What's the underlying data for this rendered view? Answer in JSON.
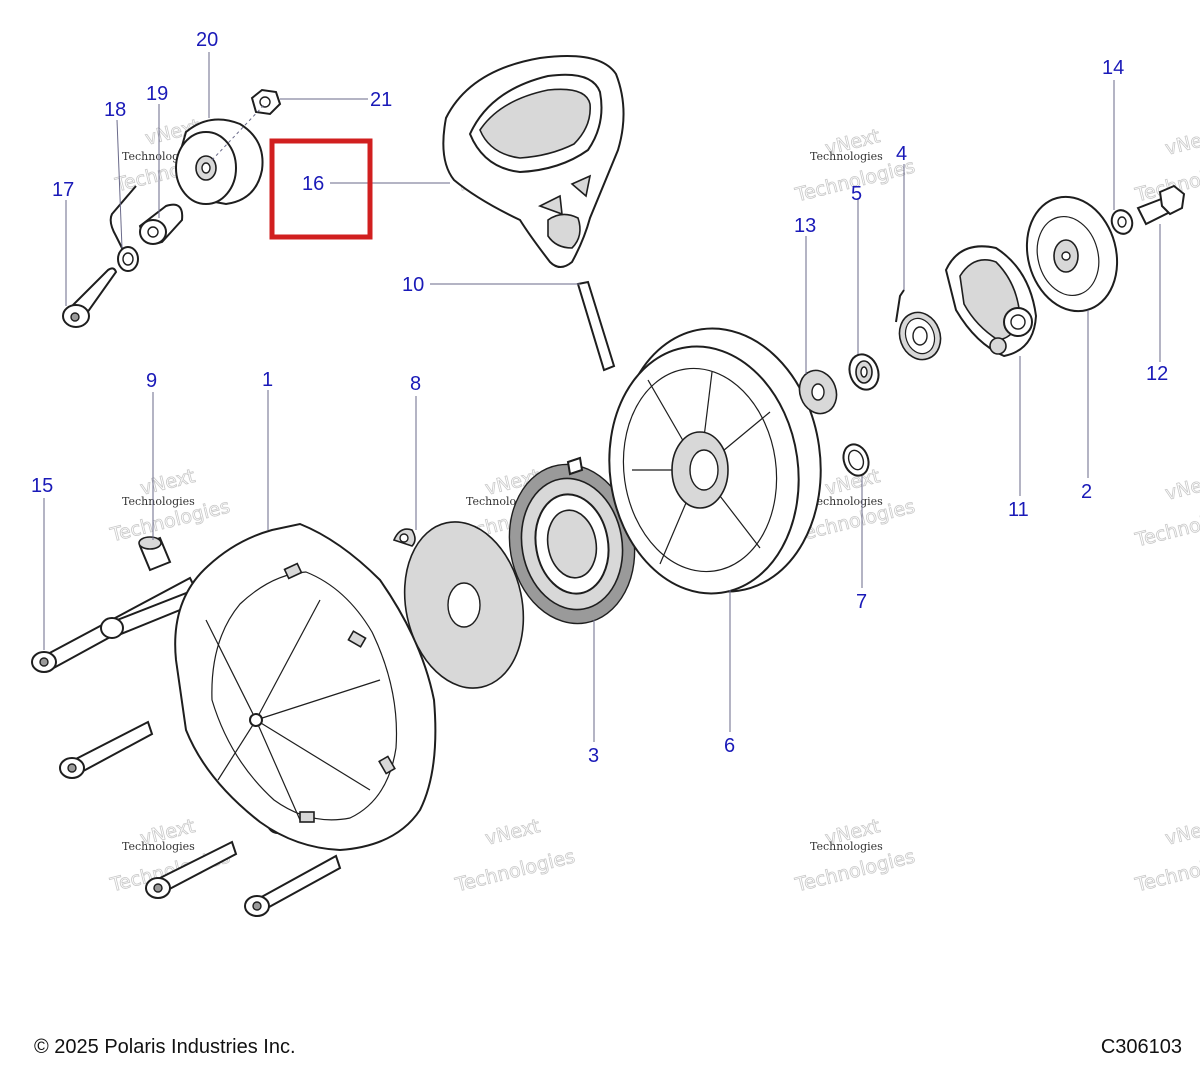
{
  "diagram": {
    "highlighted_callout": "16",
    "highlight_color": "#d11f1f",
    "callout_color": "#1a1ab8",
    "callouts": {
      "c1": "1",
      "c2": "2",
      "c3": "3",
      "c4": "4",
      "c5": "5",
      "c6": "6",
      "c7": "7",
      "c8": "8",
      "c9": "9",
      "c10": "10",
      "c11": "11",
      "c12": "12",
      "c13": "13",
      "c14": "14",
      "c15": "15",
      "c16": "16",
      "c17": "17",
      "c18": "18",
      "c19": "19",
      "c20": "20",
      "c21": "21"
    },
    "watermark": {
      "line1": "vNext",
      "line2": "Technologies"
    }
  },
  "footer": {
    "copyright": "© 2025 Polaris Industries Inc.",
    "code": "C306103"
  }
}
